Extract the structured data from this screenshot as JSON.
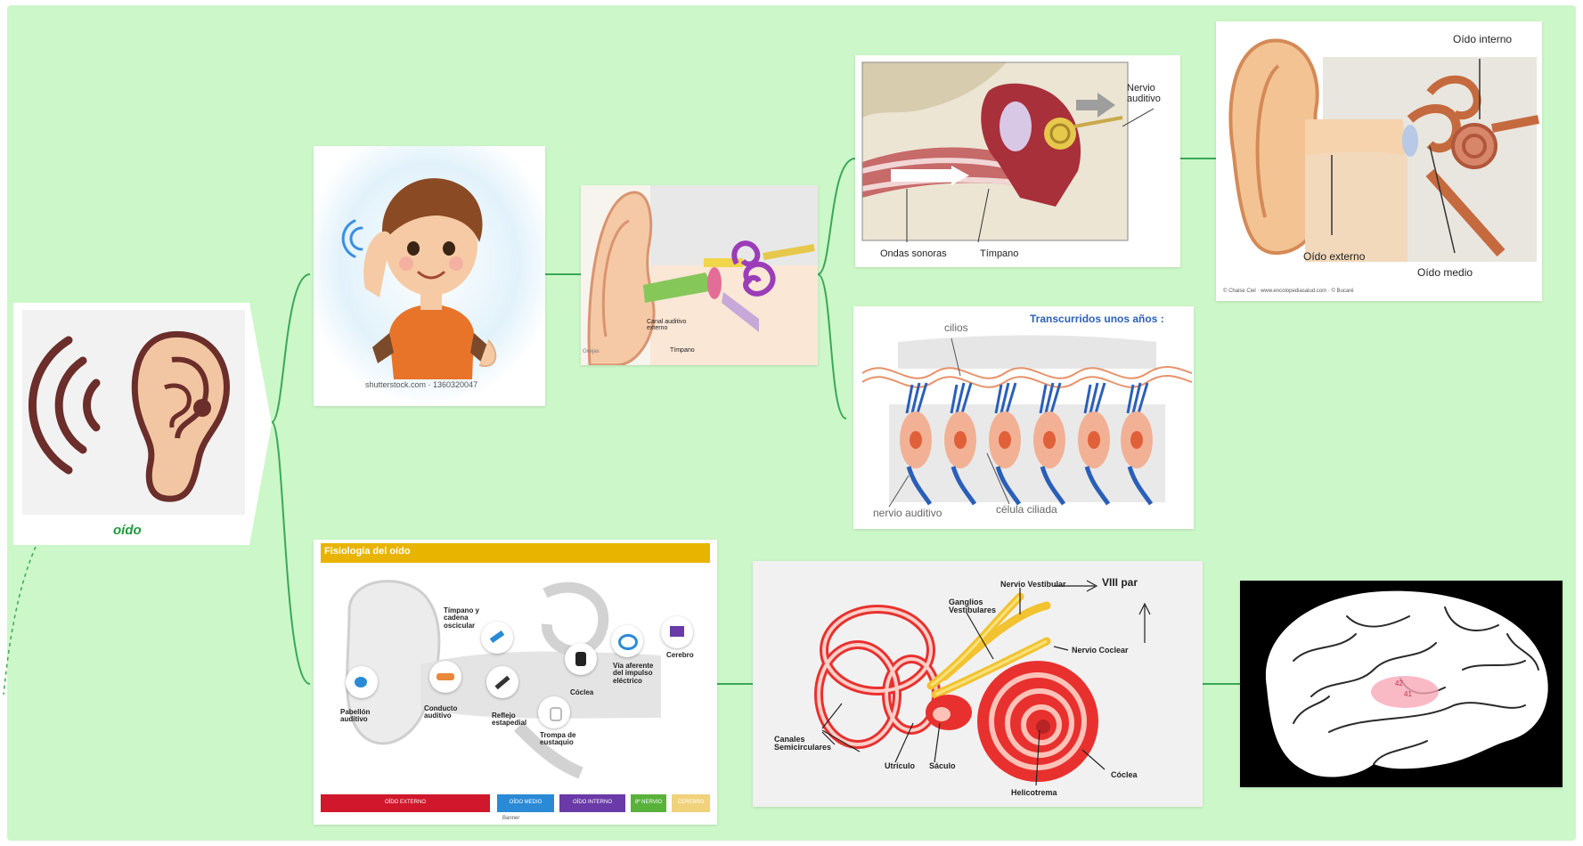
{
  "root": {
    "caption": "oído"
  },
  "child": {
    "credit": "shutterstock.com · 1360320047"
  },
  "middle_ear": {
    "label_canal": "Canal auditivo externo",
    "label_timpano": "Tímpano",
    "side_label": "Ovejas"
  },
  "sound_wave": {
    "label_nervio": "Nervio auditivo",
    "label_ondas": "Ondas sonoras",
    "label_timpano": "Tímpano"
  },
  "ear_parts": {
    "label_interno": "Oído interno",
    "label_externo": "Oído externo",
    "label_medio": "Oído medio",
    "credit": "© Chaise Ciel · www.encolopediasalud.com · © Bucaré"
  },
  "cilia": {
    "title": "Transcurridos unos años :",
    "label_cilios": "cilios",
    "label_nervio": "nervio auditivo",
    "label_celula": "célula ciliada"
  },
  "physiology": {
    "title": "Fisiología del oído",
    "labels": [
      "Tímpano y cadena oscicular",
      "Pabellón auditivo",
      "Conducto auditivo",
      "Reflejo estapedial",
      "Trompa de eustaquio",
      "Cóclea",
      "Vía aferente del impulso eléctrico",
      "Cerebro"
    ],
    "legend": [
      "OÍDO EXTERNO",
      "OÍDO MEDIO",
      "OÍDO INTERNO",
      "8º NERVIO",
      "CEREBRO"
    ],
    "footer": "Banner"
  },
  "vestibular": {
    "label_nervio_vest": "Nervio Vestibular",
    "label_viii": "VIII par",
    "label_ganglios": "Ganglios Vestibulares",
    "label_coclear": "Nervio Coclear",
    "label_canales": "Canales Semicirculares",
    "label_utriculo": "Utrículo",
    "label_saculo": "Sáculo",
    "label_helico": "Helicotrema",
    "label_coclea": "Cóclea"
  },
  "brain": {
    "area_labels": [
      "42",
      "41"
    ]
  },
  "colors": {
    "board": "#ccf7c8",
    "connector": "#3aa858",
    "skin": "#f3c6a3",
    "ear_outline": "#6b2e2a",
    "cochlea_red": "#e8312f",
    "nerve_yellow": "#f2c230",
    "title_blue": "#2d5fb3",
    "physiology_bar": "#e9b400"
  },
  "icons": [
    "ear-icon",
    "sound-waves-icon"
  ]
}
